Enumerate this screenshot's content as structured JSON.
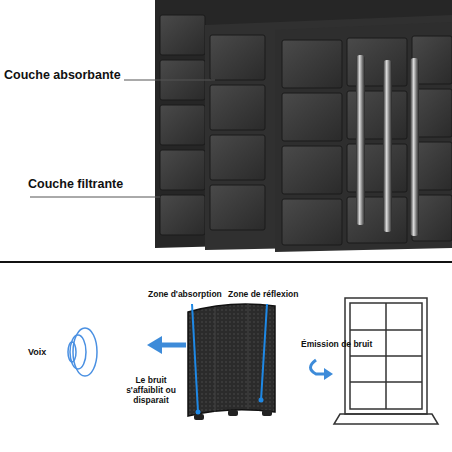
{
  "diagram": {
    "labels": [
      "Couche absorbante",
      "Couche filtrante",
      "Voix",
      "Zone d'absorption",
      "Zone de réflexion",
      "Le bruit s'affaiblit ou disparait",
      "Émission de bruit"
    ]
  }
}
